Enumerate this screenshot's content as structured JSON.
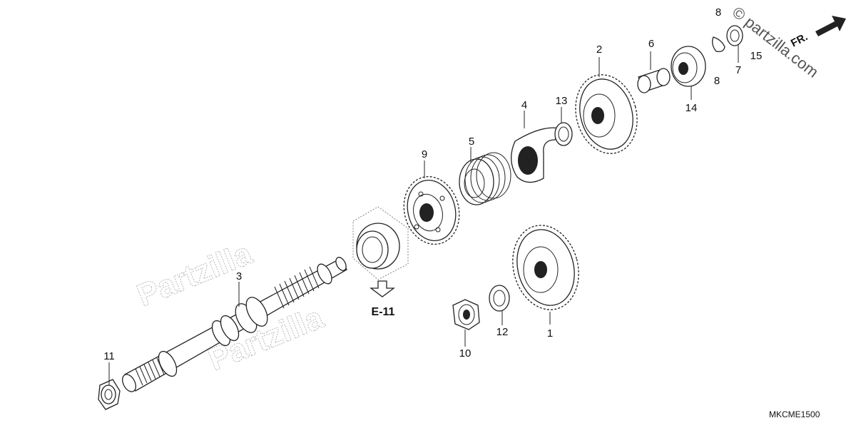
{
  "diagram": {
    "callouts": {
      "c1": "1",
      "c2": "2",
      "c3": "3",
      "c4": "4",
      "c5": "5",
      "c6": "6",
      "c7": "7",
      "c8a": "8",
      "c8b": "8",
      "c9": "9",
      "c10": "10",
      "c11": "11",
      "c12": "12",
      "c13": "13",
      "c14": "14",
      "c15": "15"
    },
    "reference_label": "E-11",
    "front_label": "FR.",
    "diagram_code": "MKCME1500",
    "watermark": "© partzilla.com",
    "ghost_text": "Partzilla"
  }
}
